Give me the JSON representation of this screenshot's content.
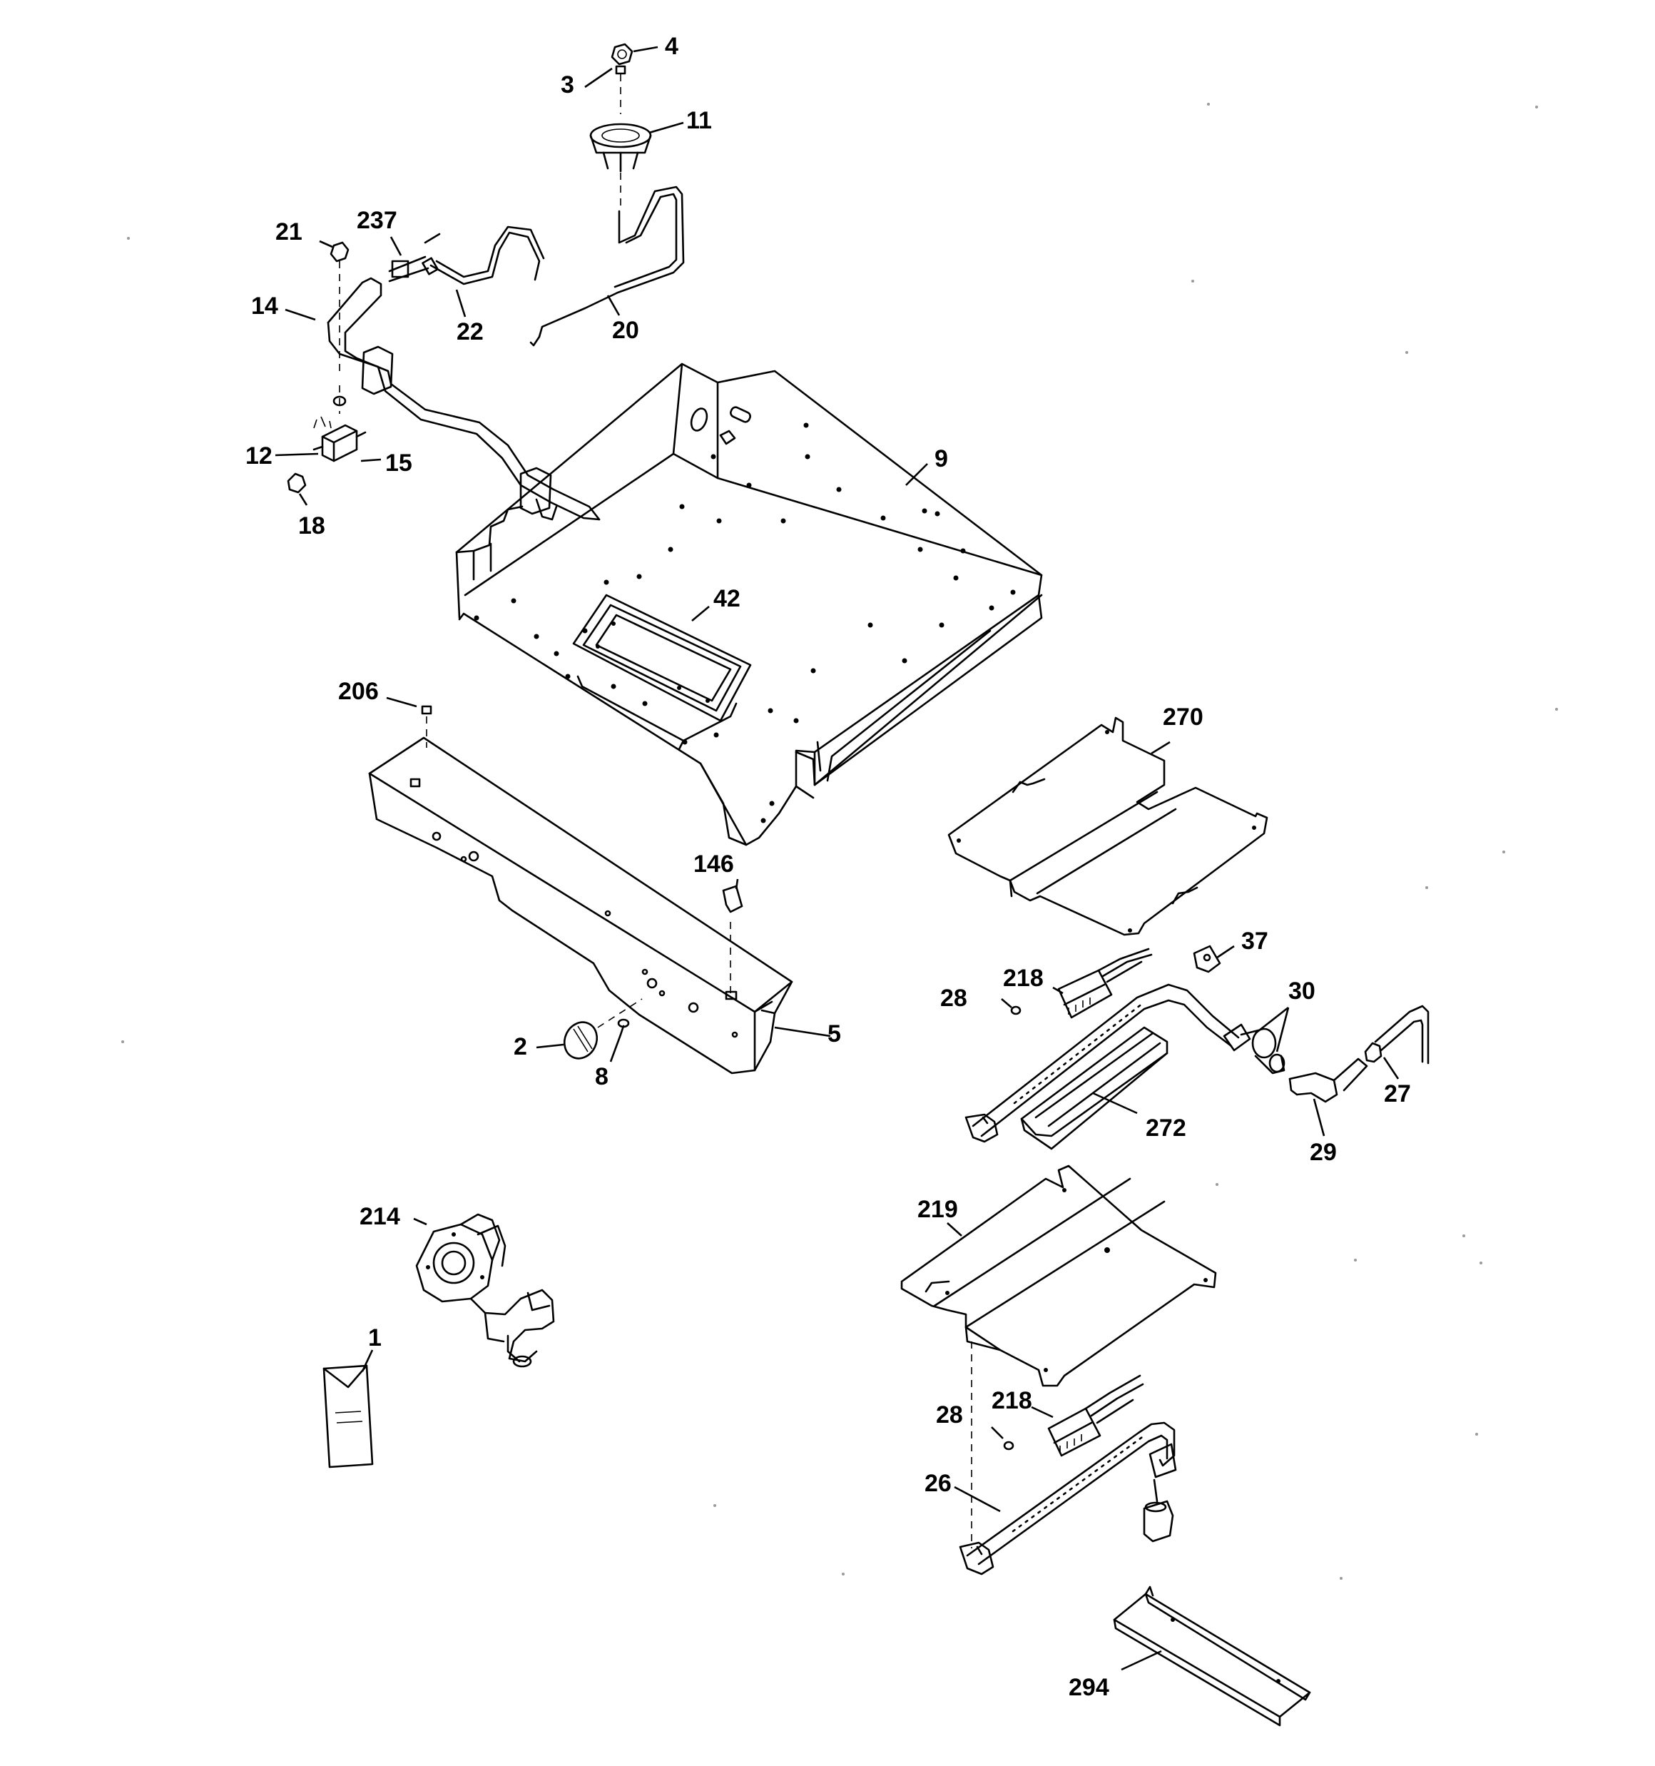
{
  "diagram": {
    "background": "#ffffff",
    "ink": "#000000",
    "callouts": [
      {
        "id": "4",
        "text": "4"
      },
      {
        "id": "3",
        "text": "3"
      },
      {
        "id": "11",
        "text": "11"
      },
      {
        "id": "21",
        "text": "21"
      },
      {
        "id": "237",
        "text": "237"
      },
      {
        "id": "14",
        "text": "14"
      },
      {
        "id": "22",
        "text": "22"
      },
      {
        "id": "20",
        "text": "20"
      },
      {
        "id": "12",
        "text": "12"
      },
      {
        "id": "15",
        "text": "15"
      },
      {
        "id": "18",
        "text": "18"
      },
      {
        "id": "9",
        "text": "9"
      },
      {
        "id": "42",
        "text": "42"
      },
      {
        "id": "206",
        "text": "206"
      },
      {
        "id": "270",
        "text": "270"
      },
      {
        "id": "146",
        "text": "146"
      },
      {
        "id": "37",
        "text": "37"
      },
      {
        "id": "218a",
        "text": "218"
      },
      {
        "id": "28a",
        "text": "28"
      },
      {
        "id": "30",
        "text": "30"
      },
      {
        "id": "5",
        "text": "5"
      },
      {
        "id": "2",
        "text": "2"
      },
      {
        "id": "8",
        "text": "8"
      },
      {
        "id": "27",
        "text": "27"
      },
      {
        "id": "272",
        "text": "272"
      },
      {
        "id": "29",
        "text": "29"
      },
      {
        "id": "214",
        "text": "214"
      },
      {
        "id": "219",
        "text": "219"
      },
      {
        "id": "1",
        "text": "1"
      },
      {
        "id": "218b",
        "text": "218"
      },
      {
        "id": "28b",
        "text": "28"
      },
      {
        "id": "26",
        "text": "26"
      },
      {
        "id": "294",
        "text": "294"
      }
    ]
  }
}
